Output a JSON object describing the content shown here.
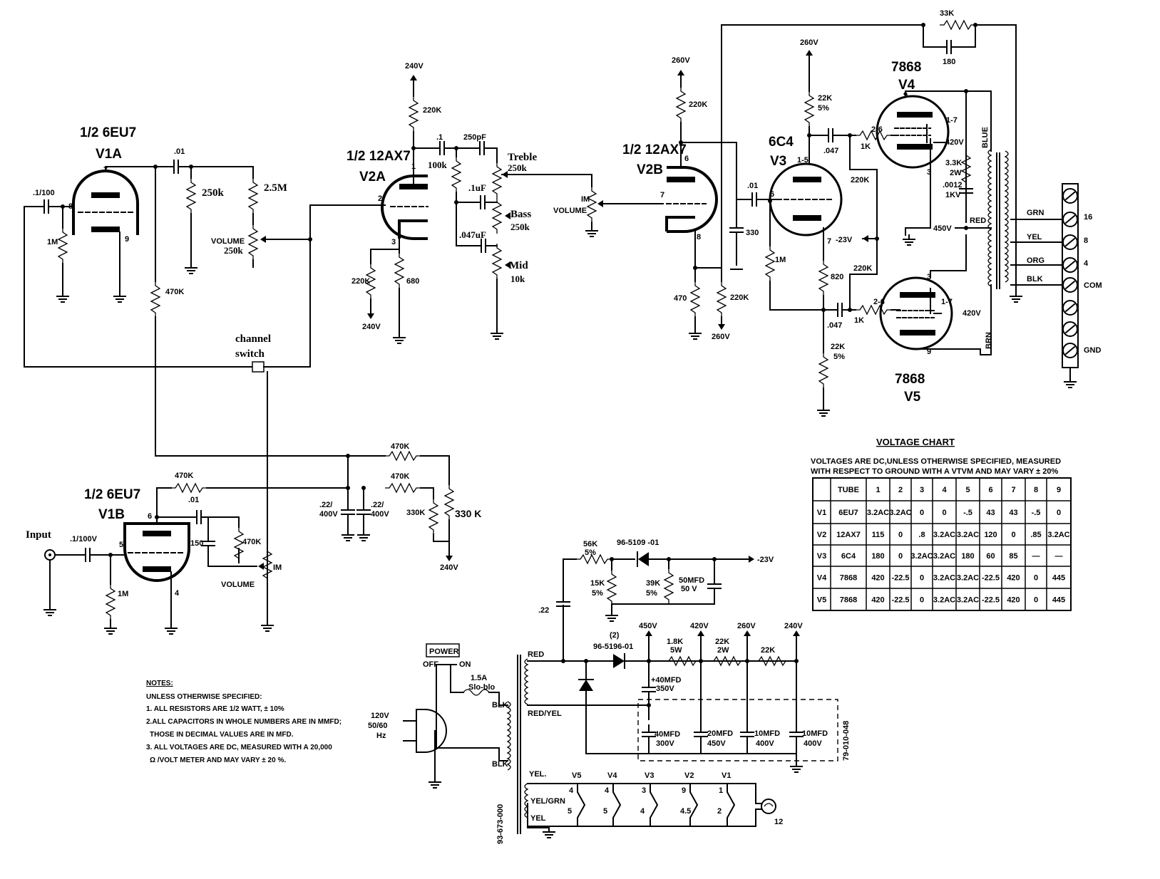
{
  "tubes": {
    "v1a": {
      "frac": "1/2 6EU7",
      "name": "V1A"
    },
    "v1b": {
      "frac": "1/2 6EU7",
      "name": "V1B"
    },
    "v2a": {
      "frac": "1/2 12AX7",
      "name": "V2A"
    },
    "v2b": {
      "frac": "1/2 12AX7",
      "name": "V2B"
    },
    "v3": {
      "type": "6C4",
      "name": "V3"
    },
    "v4": {
      "type": "7868",
      "name": "V4"
    },
    "v5": {
      "type": "7868",
      "name": "V5"
    }
  },
  "labels": {
    "input": "Input",
    "channel_switch_1": "channel",
    "channel_switch_2": "switch",
    "treble": "Treble",
    "treble_val": "250k",
    "bass": "Bass",
    "bass_val": "250k",
    "mid": "Mid",
    "mid_val": "10k",
    "volume": "VOLUME",
    "volume_a_val": "250k",
    "volume_im": "IM",
    "pot_2m5": "2.5M",
    "power": "POWER",
    "off": "OFF",
    "on": "ON",
    "fuse_1": "1.5A",
    "fuse_2": "Slo-blo",
    "mains_1": "120V",
    "mains_2": "50/60",
    "mains_3": "Hz",
    "blue": "BLUE",
    "brn": "BRN",
    "part_transformer": "93-673-000",
    "part_filter": "79-010-048"
  },
  "components": {
    "c_01": ".01",
    "c_1_100": ".1/100",
    "c_1_100v": ".1/100V",
    "c_150": "150",
    "c_1": ".1",
    "c_250pf": "250pF",
    "c_1uf": ".1uF",
    "c_047uf": ".047uF",
    "c_330": "330",
    "c_047": ".047",
    "c_0012_a": ".0012",
    "c_0012_b": "1KV",
    "c_22": ".22",
    "c_22_400_a": ".22/",
    "c_22_400_b": "400V",
    "r_220k": "220K",
    "r_250k": "250k",
    "r_100k": "100k",
    "r_1m": "1M",
    "r_470k": "470K",
    "r_680": "680",
    "r_22k": "22K",
    "r_5pct": "5%",
    "r_1k": "1K",
    "r_820": "820",
    "r_470": "470",
    "r_33k": "33K",
    "r_3k3_a": "3.3K",
    "r_3k3_b": "2W",
    "r_330k": "330K",
    "r_330k_b": "330 K",
    "r_56k": "56K",
    "r_15k": "15K",
    "r_39k": "39K",
    "r_1k8_a": "1.8K",
    "r_1k8_b": "5W",
    "r_22k2w_a": "22K",
    "r_22k2w_b": "2W",
    "d_96_5109": "96-5109 -01",
    "d_count": "(2)",
    "d_96_5196": "96-5196-01",
    "c_50mfd_a": "50MFD",
    "c_50mfd_b": "50 V",
    "c_40mfd_a": "+40MFD",
    "c_40mfd_b": "350V",
    "c_40mfd300_a": "40MFD",
    "c_40mfd300_b": "300V",
    "c_20mfd_a": "20MFD",
    "c_20mfd_b": "450V",
    "c_10mfd_a": "10MFD",
    "c_10mfd_b": "400V",
    "c_10mfd2_a": "10MFD",
    "c_10mfd2_b": "400V",
    "c_180": "180"
  },
  "voltages": {
    "v240": "240V",
    "v260": "260V",
    "v420": "420V",
    "v450": "450V",
    "vneg23": "-23V",
    "vneg23b": "-23V"
  },
  "wire_colors": {
    "grn": "GRN",
    "yel": "YEL",
    "org": "ORG",
    "blk": "BLK",
    "red": "RED",
    "red_yel": "RED/YEL",
    "yel_dot": "YEL.",
    "yel_grn": "YEL/GRN",
    "yel2": "YEL"
  },
  "speaker_terminals": [
    "16",
    "8",
    "4",
    "COM",
    "GND"
  ],
  "heater_chain": {
    "tubes": [
      "V5",
      "V4",
      "V3",
      "V2",
      "V1"
    ],
    "top_pins": [
      "4",
      "4",
      "3",
      "9",
      "1"
    ],
    "bottom_pins": [
      "5",
      "5",
      "4",
      "4.5",
      "2"
    ],
    "lamp": "12"
  },
  "pins": {
    "p1": "1",
    "p2": "2",
    "p3": "3",
    "p4": "4",
    "p5": "5",
    "p6": "6",
    "p7": "7",
    "p8": "8",
    "p9": "9",
    "p1_5": "1-5",
    "p1_7": "1-7",
    "p2_6": "2-6"
  },
  "notes": {
    "title": "NOTES:",
    "lines": [
      "UNLESS OTHERWISE SPECIFIED:",
      "1. ALL RESISTORS ARE 1/2 WATT, ± 10%",
      "2.ALL CAPACITORS IN WHOLE NUMBERS ARE IN MMFD;",
      "THOSE IN DECIMAL VALUES ARE IN MFD.",
      "3. ALL VOLTAGES ARE DC, MEASURED WITH A 20,000",
      "Ω /VOLT METER AND MAY VARY ± 20 %."
    ]
  },
  "voltage_chart": {
    "title": "VOLTAGE CHART",
    "note_1": "VOLTAGES ARE DC,UNLESS OTHERWISE SPECIFIED, MEASURED",
    "note_2": "WITH RESPECT TO GROUND WITH A VTVM AND MAY VARY ± 20%",
    "headers": [
      "",
      "TUBE",
      "1",
      "2",
      "3",
      "4",
      "5",
      "6",
      "7",
      "8",
      "9"
    ],
    "rows": [
      [
        "V1",
        "6EU7",
        "3.2AC",
        "3.2AC",
        "0",
        "0",
        "-.5",
        "43",
        "43",
        "-.5",
        "0"
      ],
      [
        "V2",
        "12AX7",
        "115",
        "0",
        ".8",
        "3.2AC",
        "3.2AC",
        "120",
        "0",
        ".85",
        "3.2AC"
      ],
      [
        "V3",
        "6C4",
        "180",
        "0",
        "3.2AC",
        "3.2AC",
        "180",
        "60",
        "85",
        "—",
        "—"
      ],
      [
        "V4",
        "7868",
        "420",
        "-22.5",
        "0",
        "3.2AC",
        "3.2AC",
        "-22.5",
        "420",
        "0",
        "445"
      ],
      [
        "V5",
        "7868",
        "420",
        "-22.5",
        "0",
        "3.2AC",
        "3.2AC",
        "-22.5",
        "420",
        "0",
        "445"
      ]
    ]
  }
}
